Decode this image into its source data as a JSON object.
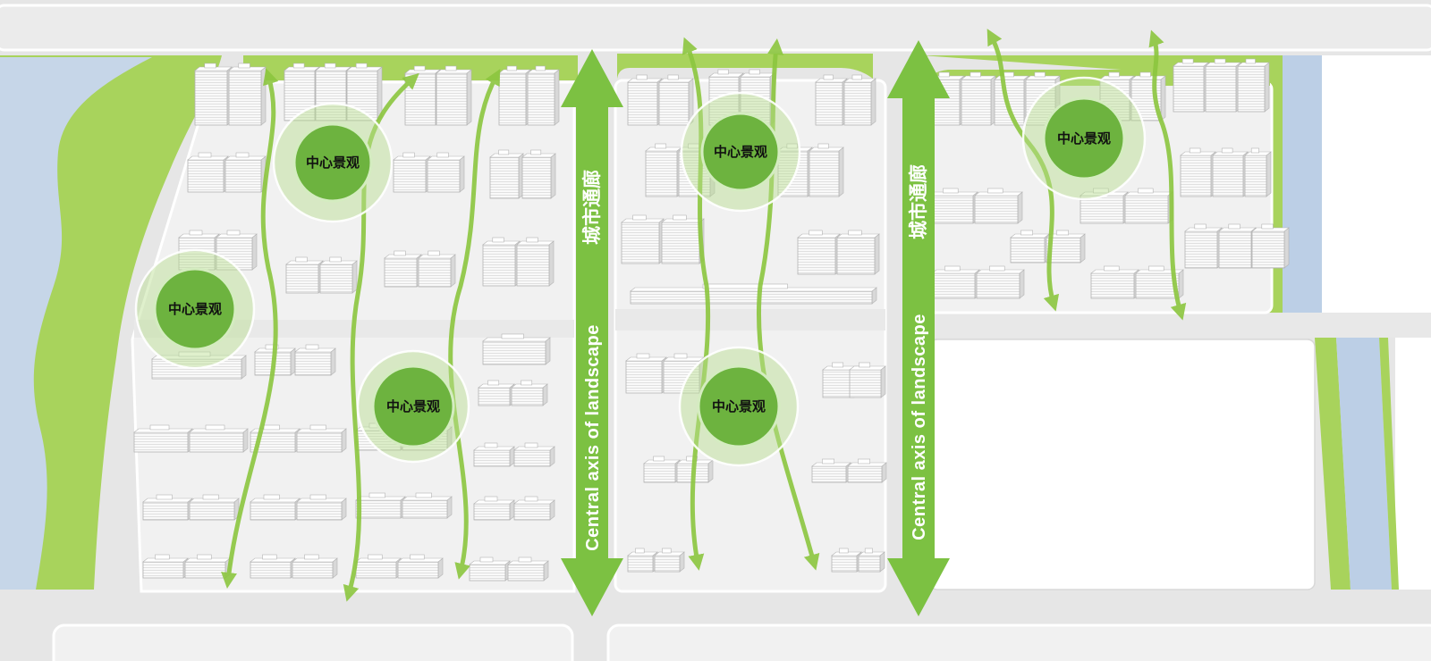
{
  "diagram": {
    "landscape_nodes": [
      {
        "label": "中心景观"
      },
      {
        "label": "中心景观"
      },
      {
        "label": "中心景观"
      },
      {
        "label": "中心景观"
      },
      {
        "label": "中心景观"
      },
      {
        "label": "中心景观"
      }
    ],
    "axes": [
      {
        "corridor_label": "城市通廊",
        "axis_label": "Central axis of landscape"
      },
      {
        "corridor_label": "城市通廊",
        "axis_label": "Central axis of landscape"
      }
    ]
  },
  "colors": {
    "axis_green": "#7cc142",
    "node_green": "#6db33f",
    "park_green": "#a8d35c",
    "water": "#c6d6e8",
    "ground": "#e6e6e6"
  }
}
